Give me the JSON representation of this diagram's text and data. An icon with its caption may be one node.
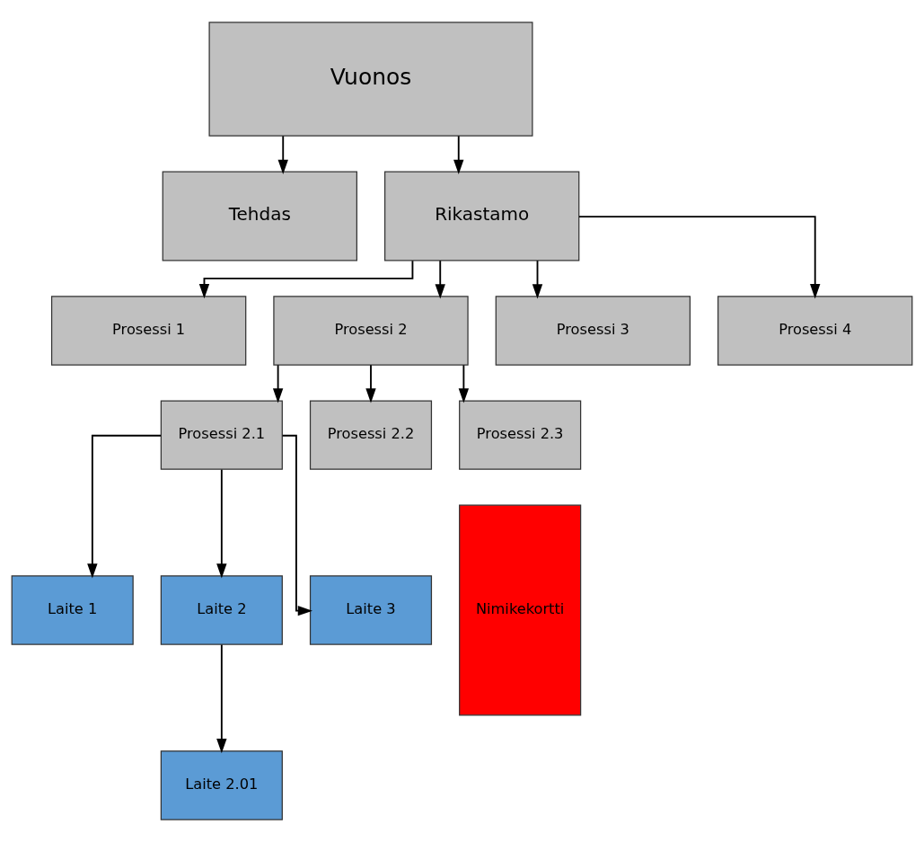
{
  "diagram": {
    "nodes": [
      {
        "text": [
          "Vuonos"
        ]
      },
      {
        "text": [
          "Tehdas"
        ]
      },
      {
        "text": [
          "Rikastamo"
        ]
      },
      {
        "text": [
          "Prosessi 1"
        ]
      },
      {
        "text": [
          "Prosessi 2"
        ]
      },
      {
        "text": [
          "Prosessi 3"
        ]
      },
      {
        "text": [
          "Prosessi 4"
        ]
      },
      {
        "text": [
          "Prosessi 2.1"
        ]
      },
      {
        "text": [
          "Prosessi 2.2"
        ]
      },
      {
        "text": [
          "Prosessi 2.3"
        ]
      },
      {
        "text": [
          "Laite 1"
        ]
      },
      {
        "text": [
          "Laite 2"
        ]
      },
      {
        "text": [
          "Laite 3"
        ]
      },
      {
        "text": [
          "Laite 2.01"
        ]
      },
      {
        "text": [
          "Nimikekortti"
        ]
      }
    ],
    "edges": [
      {
        "from": 0,
        "to": 1,
        "arrow": "to"
      },
      {
        "from": 0,
        "to": 2,
        "arrow": "to"
      },
      {
        "from": 2,
        "to": 3,
        "arrow": "to"
      },
      {
        "from": 2,
        "to": 4,
        "arrow": "to"
      },
      {
        "from": 2,
        "to": 5,
        "arrow": "to"
      },
      {
        "from": 2,
        "to": 6,
        "arrow": "to"
      },
      {
        "from": 4,
        "to": 7,
        "arrow": "to"
      },
      {
        "from": 4,
        "to": 8,
        "arrow": "to"
      },
      {
        "from": 4,
        "to": 9,
        "arrow": "to"
      },
      {
        "from": 7,
        "to": 10,
        "arrow": "to"
      },
      {
        "from": 7,
        "to": 11,
        "arrow": "to"
      },
      {
        "from": 7,
        "to": 12,
        "arrow": "to"
      },
      {
        "from": 11,
        "to": 13,
        "arrow": "to"
      }
    ]
  }
}
